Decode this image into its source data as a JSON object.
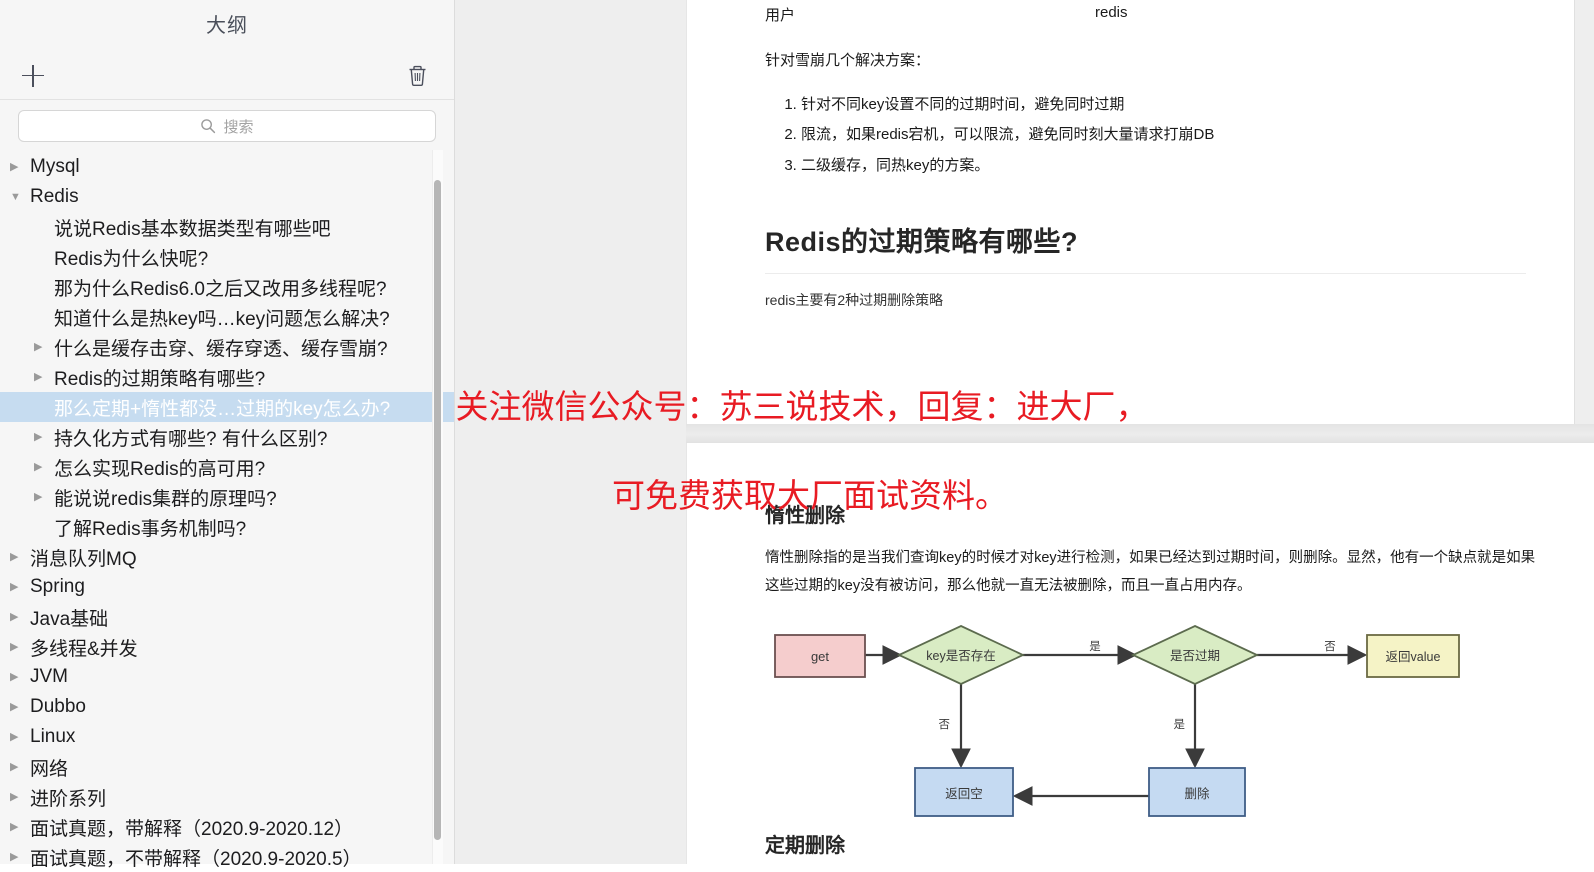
{
  "sidebar": {
    "title": "大纲",
    "add_label": "+",
    "add_icon": "plus-icon",
    "delete_icon": "trash-icon",
    "search": {
      "icon": "search-icon",
      "placeholder": "搜索",
      "value": ""
    },
    "tree": [
      {
        "label": "Mysql",
        "level": 0,
        "arrow": "▶",
        "selected": false
      },
      {
        "label": "Redis",
        "level": 0,
        "arrow": "▼",
        "selected": false
      },
      {
        "label": "说说Redis基本数据类型有哪些吧",
        "level": 1,
        "arrow": "",
        "selected": false
      },
      {
        "label": "Redis为什么快呢?",
        "level": 1,
        "arrow": "",
        "selected": false
      },
      {
        "label": "那为什么Redis6.0之后又改用多线程呢?",
        "level": 1,
        "arrow": "",
        "selected": false
      },
      {
        "label": "知道什么是热key吗…key问题怎么解决?",
        "level": 1,
        "arrow": "",
        "selected": false
      },
      {
        "label": "什么是缓存击穿、缓存穿透、缓存雪崩?",
        "level": 1,
        "arrow": "▶",
        "selected": false
      },
      {
        "label": "Redis的过期策略有哪些?",
        "level": 1,
        "arrow": "▶",
        "selected": false
      },
      {
        "label": "那么定期+惰性都没…过期的key怎么办?",
        "level": 1,
        "arrow": "",
        "selected": true
      },
      {
        "label": "持久化方式有哪些? 有什么区别?",
        "level": 1,
        "arrow": "▶",
        "selected": false
      },
      {
        "label": "怎么实现Redis的高可用?",
        "level": 1,
        "arrow": "▶",
        "selected": false
      },
      {
        "label": "能说说redis集群的原理吗?",
        "level": 1,
        "arrow": "▶",
        "selected": false
      },
      {
        "label": "了解Redis事务机制吗?",
        "level": 1,
        "arrow": "",
        "selected": false
      },
      {
        "label": "消息队列MQ",
        "level": 0,
        "arrow": "▶",
        "selected": false
      },
      {
        "label": "Spring",
        "level": 0,
        "arrow": "▶",
        "selected": false
      },
      {
        "label": "Java基础",
        "level": 0,
        "arrow": "▶",
        "selected": false
      },
      {
        "label": "多线程&并发",
        "level": 0,
        "arrow": "▶",
        "selected": false
      },
      {
        "label": "JVM",
        "level": 0,
        "arrow": "▶",
        "selected": false
      },
      {
        "label": "Dubbo",
        "level": 0,
        "arrow": "▶",
        "selected": false
      },
      {
        "label": "Linux",
        "level": 0,
        "arrow": "▶",
        "selected": false
      },
      {
        "label": "网络",
        "level": 0,
        "arrow": "▶",
        "selected": false
      },
      {
        "label": "进阶系列",
        "level": 0,
        "arrow": "▶",
        "selected": false
      },
      {
        "label": "面试真题，带解释（2020.9-2020.12）",
        "level": 0,
        "arrow": "▶",
        "selected": false
      },
      {
        "label": "面试真题，不带解释（2020.9-2020.5）",
        "level": 0,
        "arrow": "▶",
        "selected": false
      }
    ]
  },
  "document": {
    "top_row": {
      "left": "用户",
      "right": "redis"
    },
    "intro": "针对雪崩几个解决方案：",
    "solutions": [
      "针对不同key设置不同的过期时间，避免同时过期",
      "限流，如果redis宕机，可以限流，避免同时刻大量请求打崩DB",
      "二级缓存，同热key的方案。"
    ],
    "h2": "Redis的过期策略有哪些?",
    "h2_sub": "redis主要有2种过期删除策略",
    "h3": "惰性删除",
    "h3_body": "惰性删除指的是当我们查询key的时候才对key进行检测，如果已经达到过期时间，则删除。显然，他有一个缺点就是如果这些过期的key没有被访问，那么他就一直无法被删除，而且一直占用内存。",
    "h3_next": "定期删除"
  },
  "flowchart": {
    "nodes": {
      "get": "get",
      "key_exists": "key是否存在",
      "expired": "是否过期",
      "return_value": "返回value",
      "return_empty": "返回空",
      "delete": "删除"
    },
    "edges": {
      "key_exists_yes": "是",
      "key_exists_no": "否",
      "expired_no": "否",
      "expired_yes": "是"
    },
    "colors": {
      "start": "#f5cdcd",
      "start_border": "#6b5050",
      "decision": "#d9ecc4",
      "decision_border": "#5c6b4e",
      "result": "#f5f3c6",
      "result_border": "#6b6a43",
      "action": "#c5daf2",
      "action_border": "#3f5d86",
      "line": "#3b3b3b"
    }
  },
  "watermark": {
    "line1": "关注微信公众号：苏三说技术，回复：进大厂，",
    "line2": "可免费获取大厂面试资料。",
    "color": "#e81b23"
  }
}
